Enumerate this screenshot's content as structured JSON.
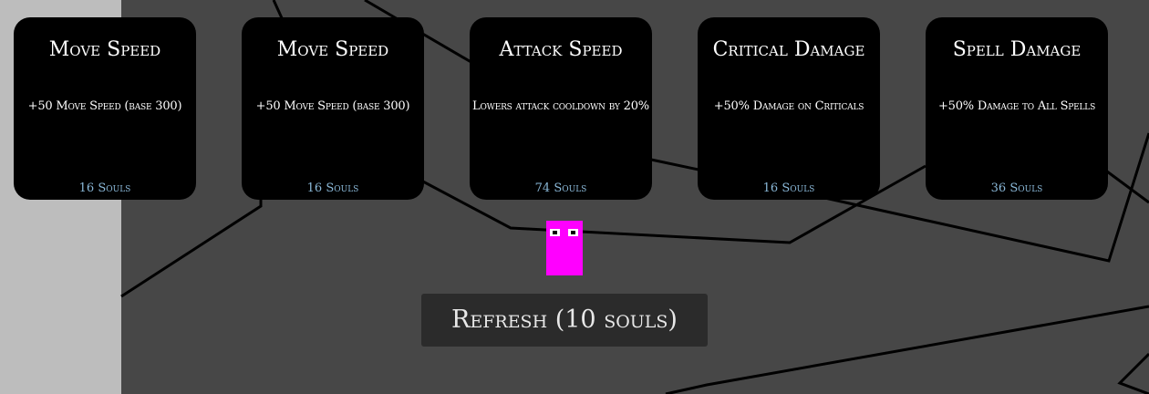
{
  "colors": {
    "background": "#474747",
    "wall": "#bdbdbd",
    "card_bg": "#000000",
    "card_text": "#ffffff",
    "cost_text": "#8ab8d8",
    "player": "#ff00ff",
    "button_bg": "#2b2b2b",
    "button_text": "#e8e8e8"
  },
  "shop": {
    "cards": [
      {
        "title": "Move Speed",
        "description": "+50 Move Speed (base 300)",
        "cost": "16 Souls"
      },
      {
        "title": "Move Speed",
        "description": "+50 Move Speed (base 300)",
        "cost": "16 Souls"
      },
      {
        "title": "Attack Speed",
        "description": "Lowers attack cooldown by 20%",
        "cost": "74 Souls"
      },
      {
        "title": "Critical Damage",
        "description": "+50% Damage on Criticals",
        "cost": "16 Souls"
      },
      {
        "title": "Spell Damage",
        "description": "+50% Damage to All Spells",
        "cost": "36 Souls"
      }
    ],
    "refresh_label": "Refresh (10 souls)"
  },
  "player": {
    "icon": "player-character-icon"
  }
}
